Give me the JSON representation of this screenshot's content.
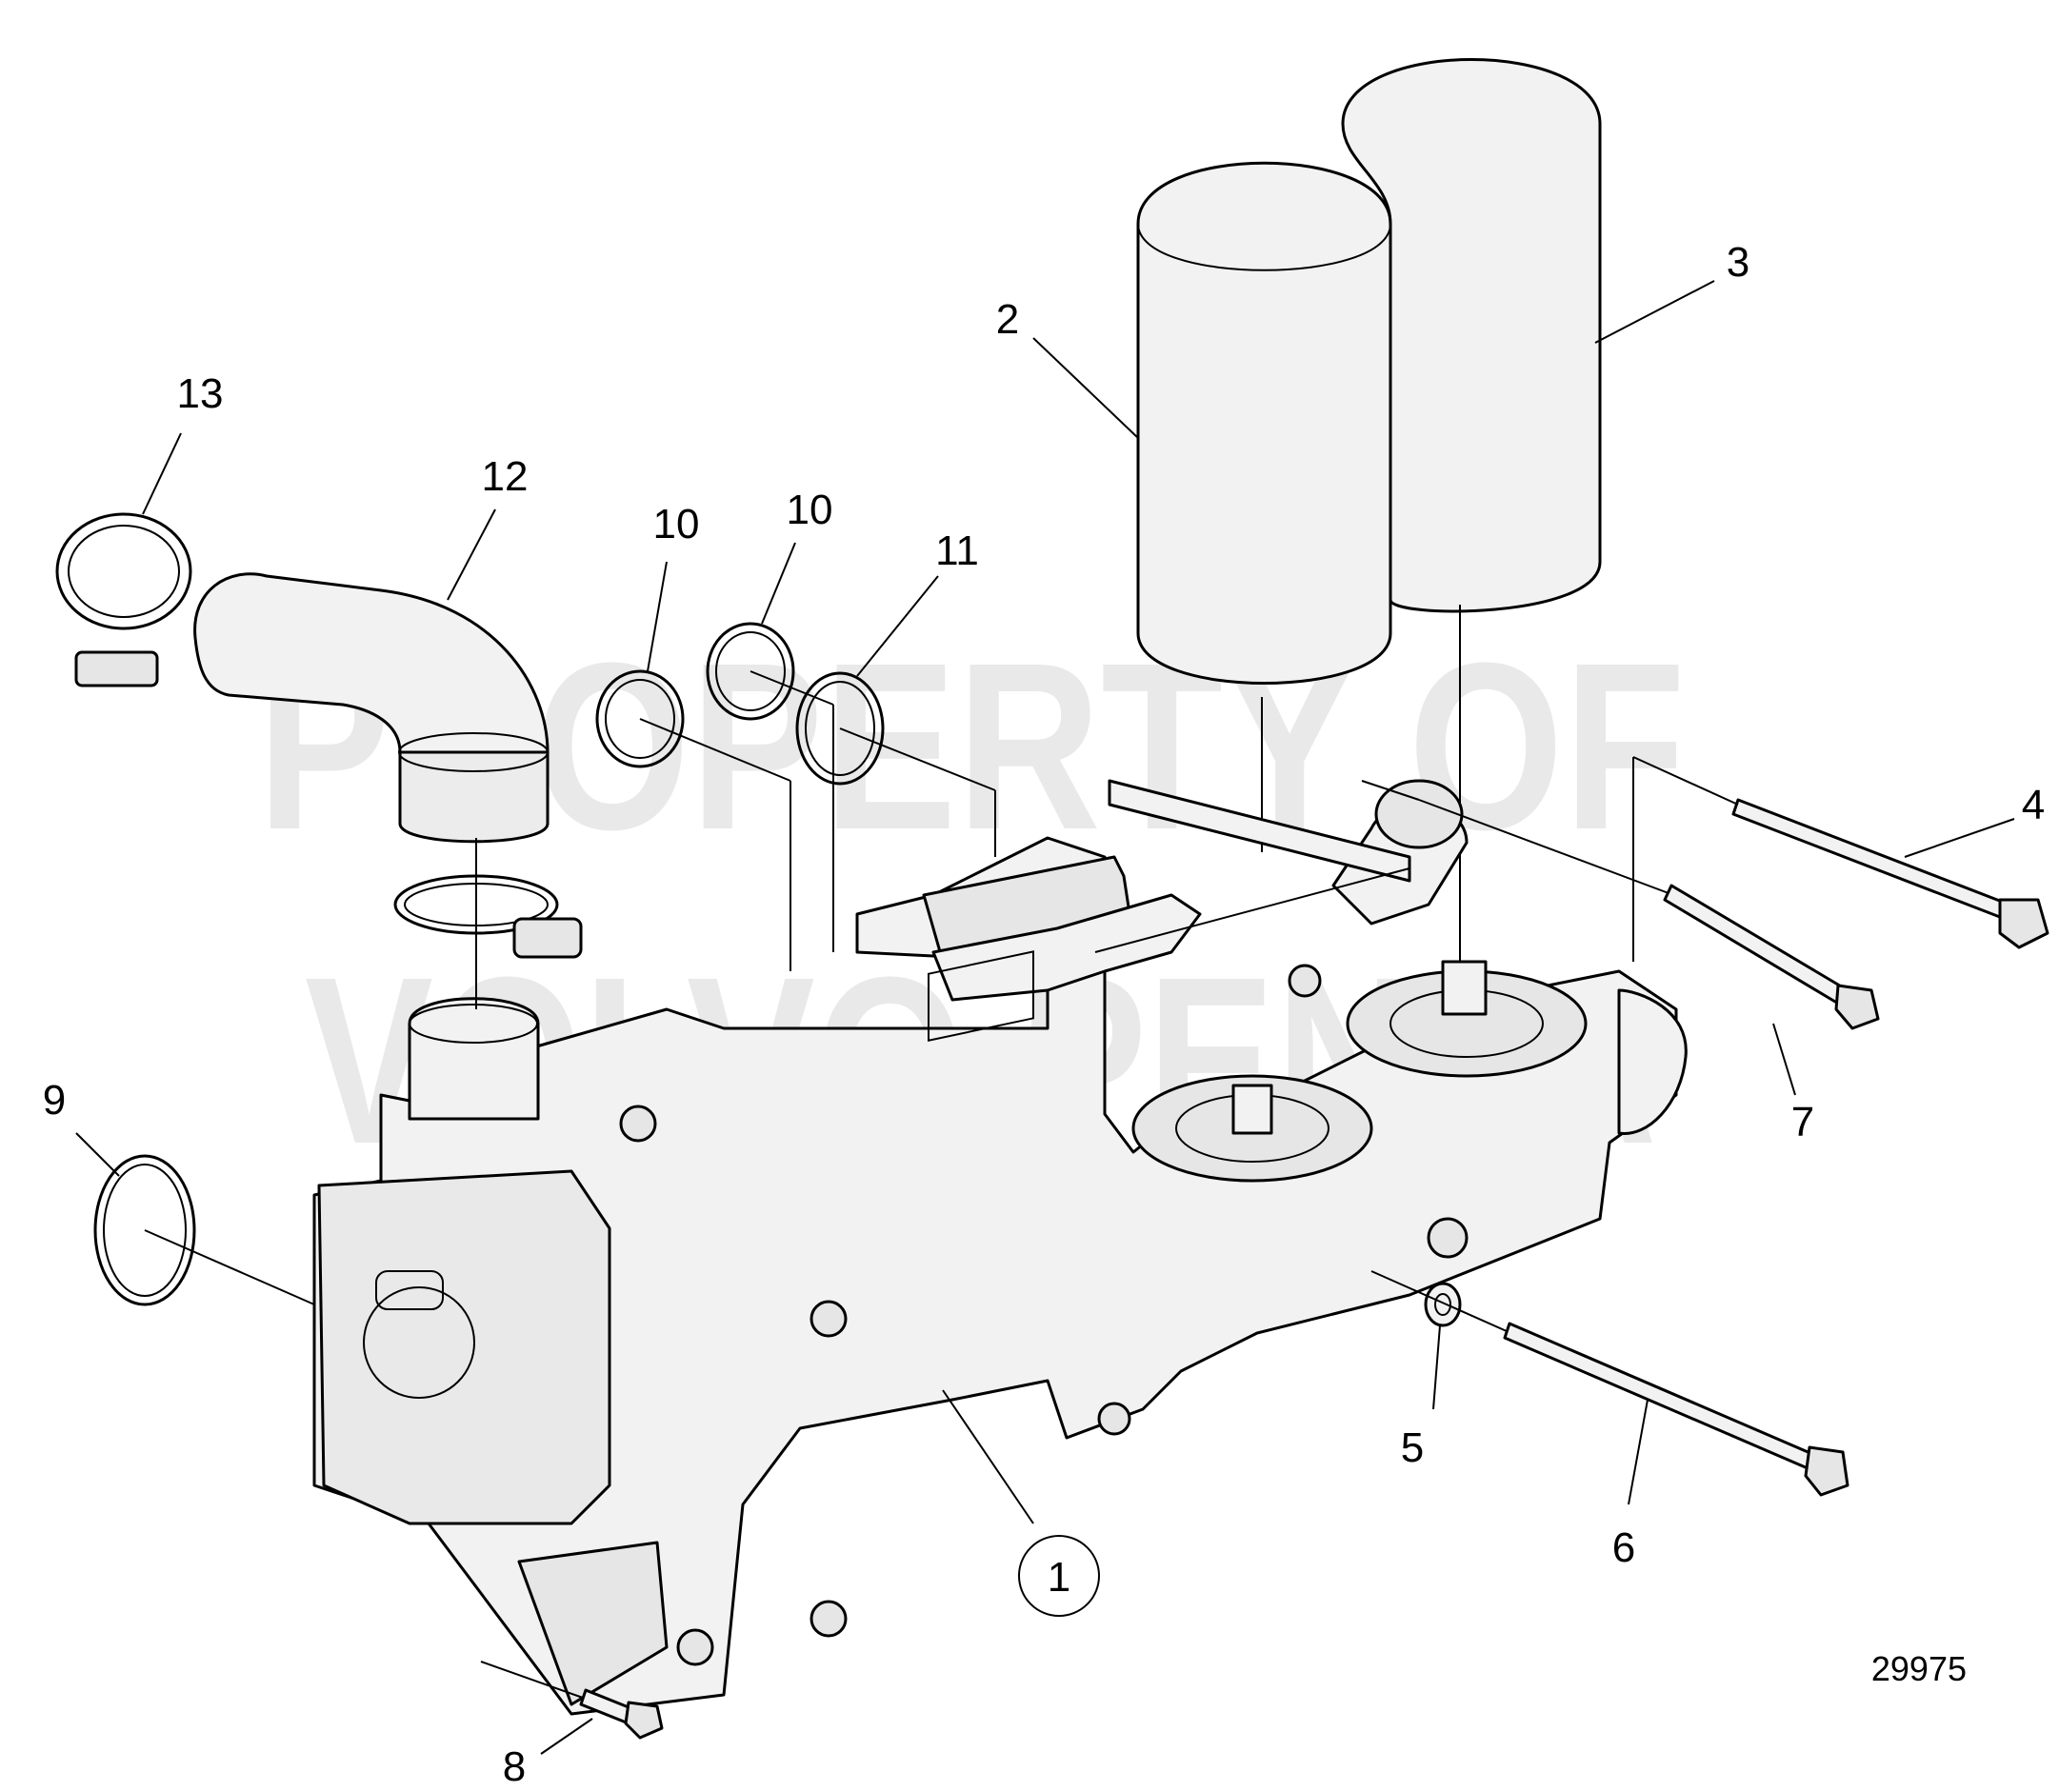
{
  "watermark": {
    "line1": "PROPERTY OF",
    "line2": "VOLVO PENTA"
  },
  "figure_number": "29975",
  "callouts": [
    {
      "id": "c1",
      "label": "1",
      "circled": true
    },
    {
      "id": "c2",
      "label": "2"
    },
    {
      "id": "c3",
      "label": "3"
    },
    {
      "id": "c4",
      "label": "4"
    },
    {
      "id": "c5",
      "label": "5"
    },
    {
      "id": "c6",
      "label": "6"
    },
    {
      "id": "c7",
      "label": "7"
    },
    {
      "id": "c8",
      "label": "8"
    },
    {
      "id": "c9",
      "label": "9"
    },
    {
      "id": "c10a",
      "label": "10"
    },
    {
      "id": "c10b",
      "label": "10"
    },
    {
      "id": "c11",
      "label": "11"
    },
    {
      "id": "c12",
      "label": "12"
    },
    {
      "id": "c13",
      "label": "13"
    }
  ],
  "colors": {
    "part_fill": "#f2f2f2",
    "part_shade": "#d9d9d9",
    "line": "#000000",
    "watermark": "#e9e9e9"
  }
}
